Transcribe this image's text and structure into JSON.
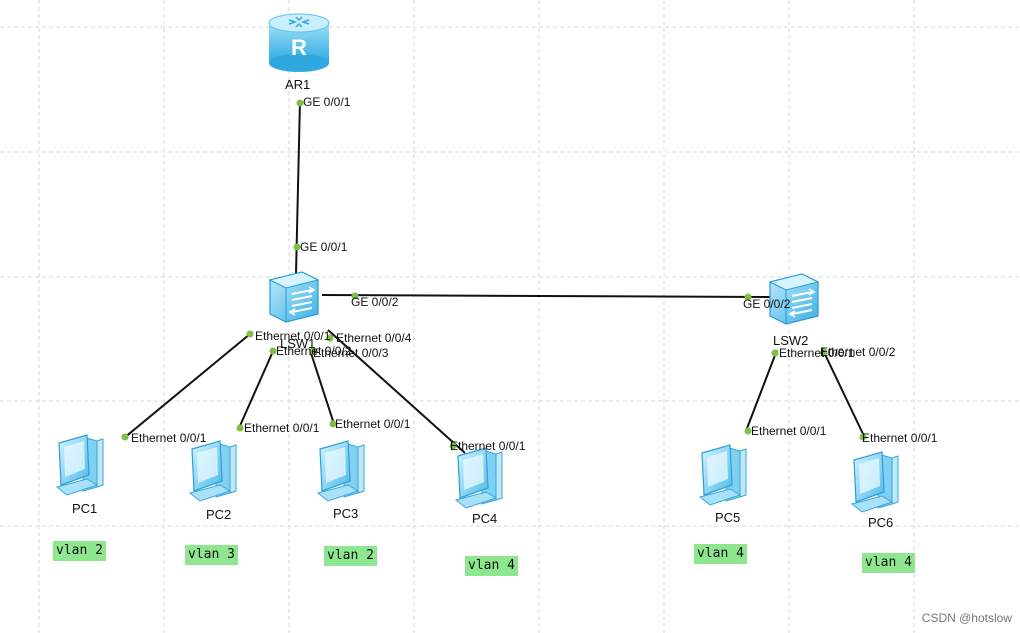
{
  "devices": {
    "ar1": "AR1",
    "lsw1": "LSW1",
    "lsw2": "LSW2",
    "pc1": "PC1",
    "pc2": "PC2",
    "pc3": "PC3",
    "pc4": "PC4",
    "pc5": "PC5",
    "pc6": "PC6"
  },
  "ports": {
    "ar1_ge001": "GE 0/0/1",
    "lsw1_ge001": "GE 0/0/1",
    "lsw1_ge002": "GE 0/0/2",
    "lsw2_ge002": "GE 0/0/2",
    "lsw1_e001": "Ethernet 0/0/1",
    "lsw1_e002": "Ethernet 0/0/2",
    "lsw1_e003": "Ethernet 0/0/3",
    "lsw1_e004": "Ethernet 0/0/4",
    "lsw2_e001": "Ethernet 0/0/1",
    "lsw2_e002": "Ethernet 0/0/2",
    "pc1_e001": "Ethernet 0/0/1",
    "pc2_e001": "Ethernet 0/0/1",
    "pc3_e001": "Ethernet 0/0/1",
    "pc4_e001": "Ethernet 0/0/1",
    "pc5_e001": "Ethernet 0/0/1",
    "pc6_e001": "Ethernet 0/0/1"
  },
  "vlans": {
    "pc1": "vlan 2",
    "pc2": "vlan 3",
    "pc3": "vlan 2",
    "pc4": "vlan 4",
    "pc5": "vlan 4",
    "pc6": "vlan 4"
  },
  "watermark": "CSDN @hotslow",
  "colors": {
    "link": "#111111",
    "port_dot": "#7cc142",
    "vlan_bg": "#8ee68e",
    "device_blue": "#5fc3ee",
    "grid": "#d9d9d9"
  }
}
